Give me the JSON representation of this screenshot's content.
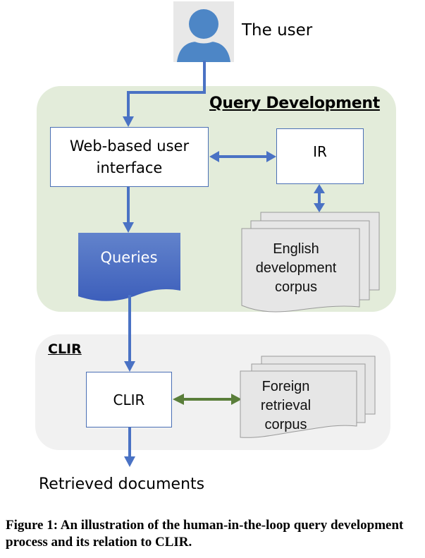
{
  "diagram": {
    "user": {
      "label": "The user",
      "icon": "person-icon"
    },
    "regions": {
      "query_development": {
        "title": "Query Development"
      },
      "clir": {
        "title": "CLIR"
      }
    },
    "nodes": {
      "web_ui": {
        "line1": "Web-based user",
        "line2": "interface"
      },
      "ir": {
        "label": "IR"
      },
      "queries": {
        "label": "Queries"
      },
      "english_corpus": {
        "line1": "English",
        "line2": "development",
        "line3": "corpus"
      },
      "clir": {
        "label": "CLIR"
      },
      "foreign_corpus": {
        "line1": "Foreign",
        "line2": "retrieval",
        "line3": "corpus"
      }
    },
    "output": {
      "label": "Retrieved documents"
    },
    "edges": [
      {
        "from": "user",
        "to": "web_ui",
        "type": "directed"
      },
      {
        "from": "web_ui",
        "to": "ir",
        "type": "bidirectional"
      },
      {
        "from": "ir",
        "to": "english_corpus",
        "type": "bidirectional"
      },
      {
        "from": "web_ui",
        "to": "queries",
        "type": "directed"
      },
      {
        "from": "queries",
        "to": "clir",
        "type": "directed"
      },
      {
        "from": "clir",
        "to": "foreign_corpus",
        "type": "bidirectional"
      },
      {
        "from": "clir",
        "to": "retrieved_documents",
        "type": "directed"
      }
    ],
    "colors": {
      "arrow_blue": "#4a72c4",
      "arrow_green": "#5a7e3a",
      "query_region": "#e3ecda",
      "clir_region": "#f1f1f1",
      "queries_fill": "#4465bd",
      "person": "#4d86c6"
    }
  },
  "caption": "Figure 1: An illustration of the human-in-the-loop query development process and its relation to CLIR."
}
